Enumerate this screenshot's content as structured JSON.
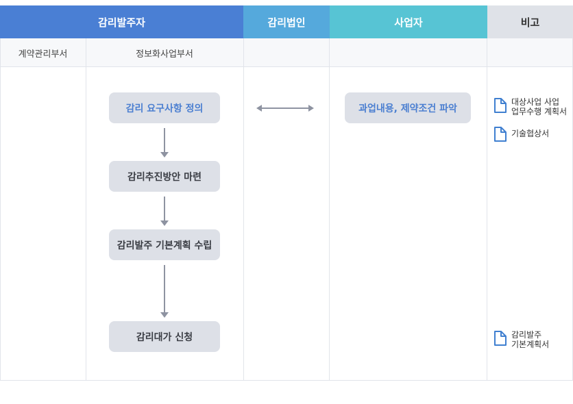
{
  "header": {
    "col1": "감리발주자",
    "col2": "감리법인",
    "col3": "사업자",
    "col4": "비고",
    "colors": {
      "col1": "#4a7fd4",
      "col2": "#55a9dc",
      "col3": "#57c4d4",
      "col4": "#dfe2e8"
    }
  },
  "subheader": {
    "col1a": "계약관리부서",
    "col1b": "정보화사업부서"
  },
  "flow": {
    "step1": "감리 요구사항 정의",
    "step2": "감리추진방안 마련",
    "step3": "감리발주 기본계획 수립",
    "step4": "감리대가 신청",
    "contractor_step": "과업내용, 제약조건 파악"
  },
  "notes": [
    {
      "line1": "대상사업 사업",
      "line2": "업무수행 계획서"
    },
    {
      "line1": "기술협상서",
      "line2": ""
    },
    {
      "line1": "감리발주",
      "line2": "기본계획서"
    }
  ]
}
